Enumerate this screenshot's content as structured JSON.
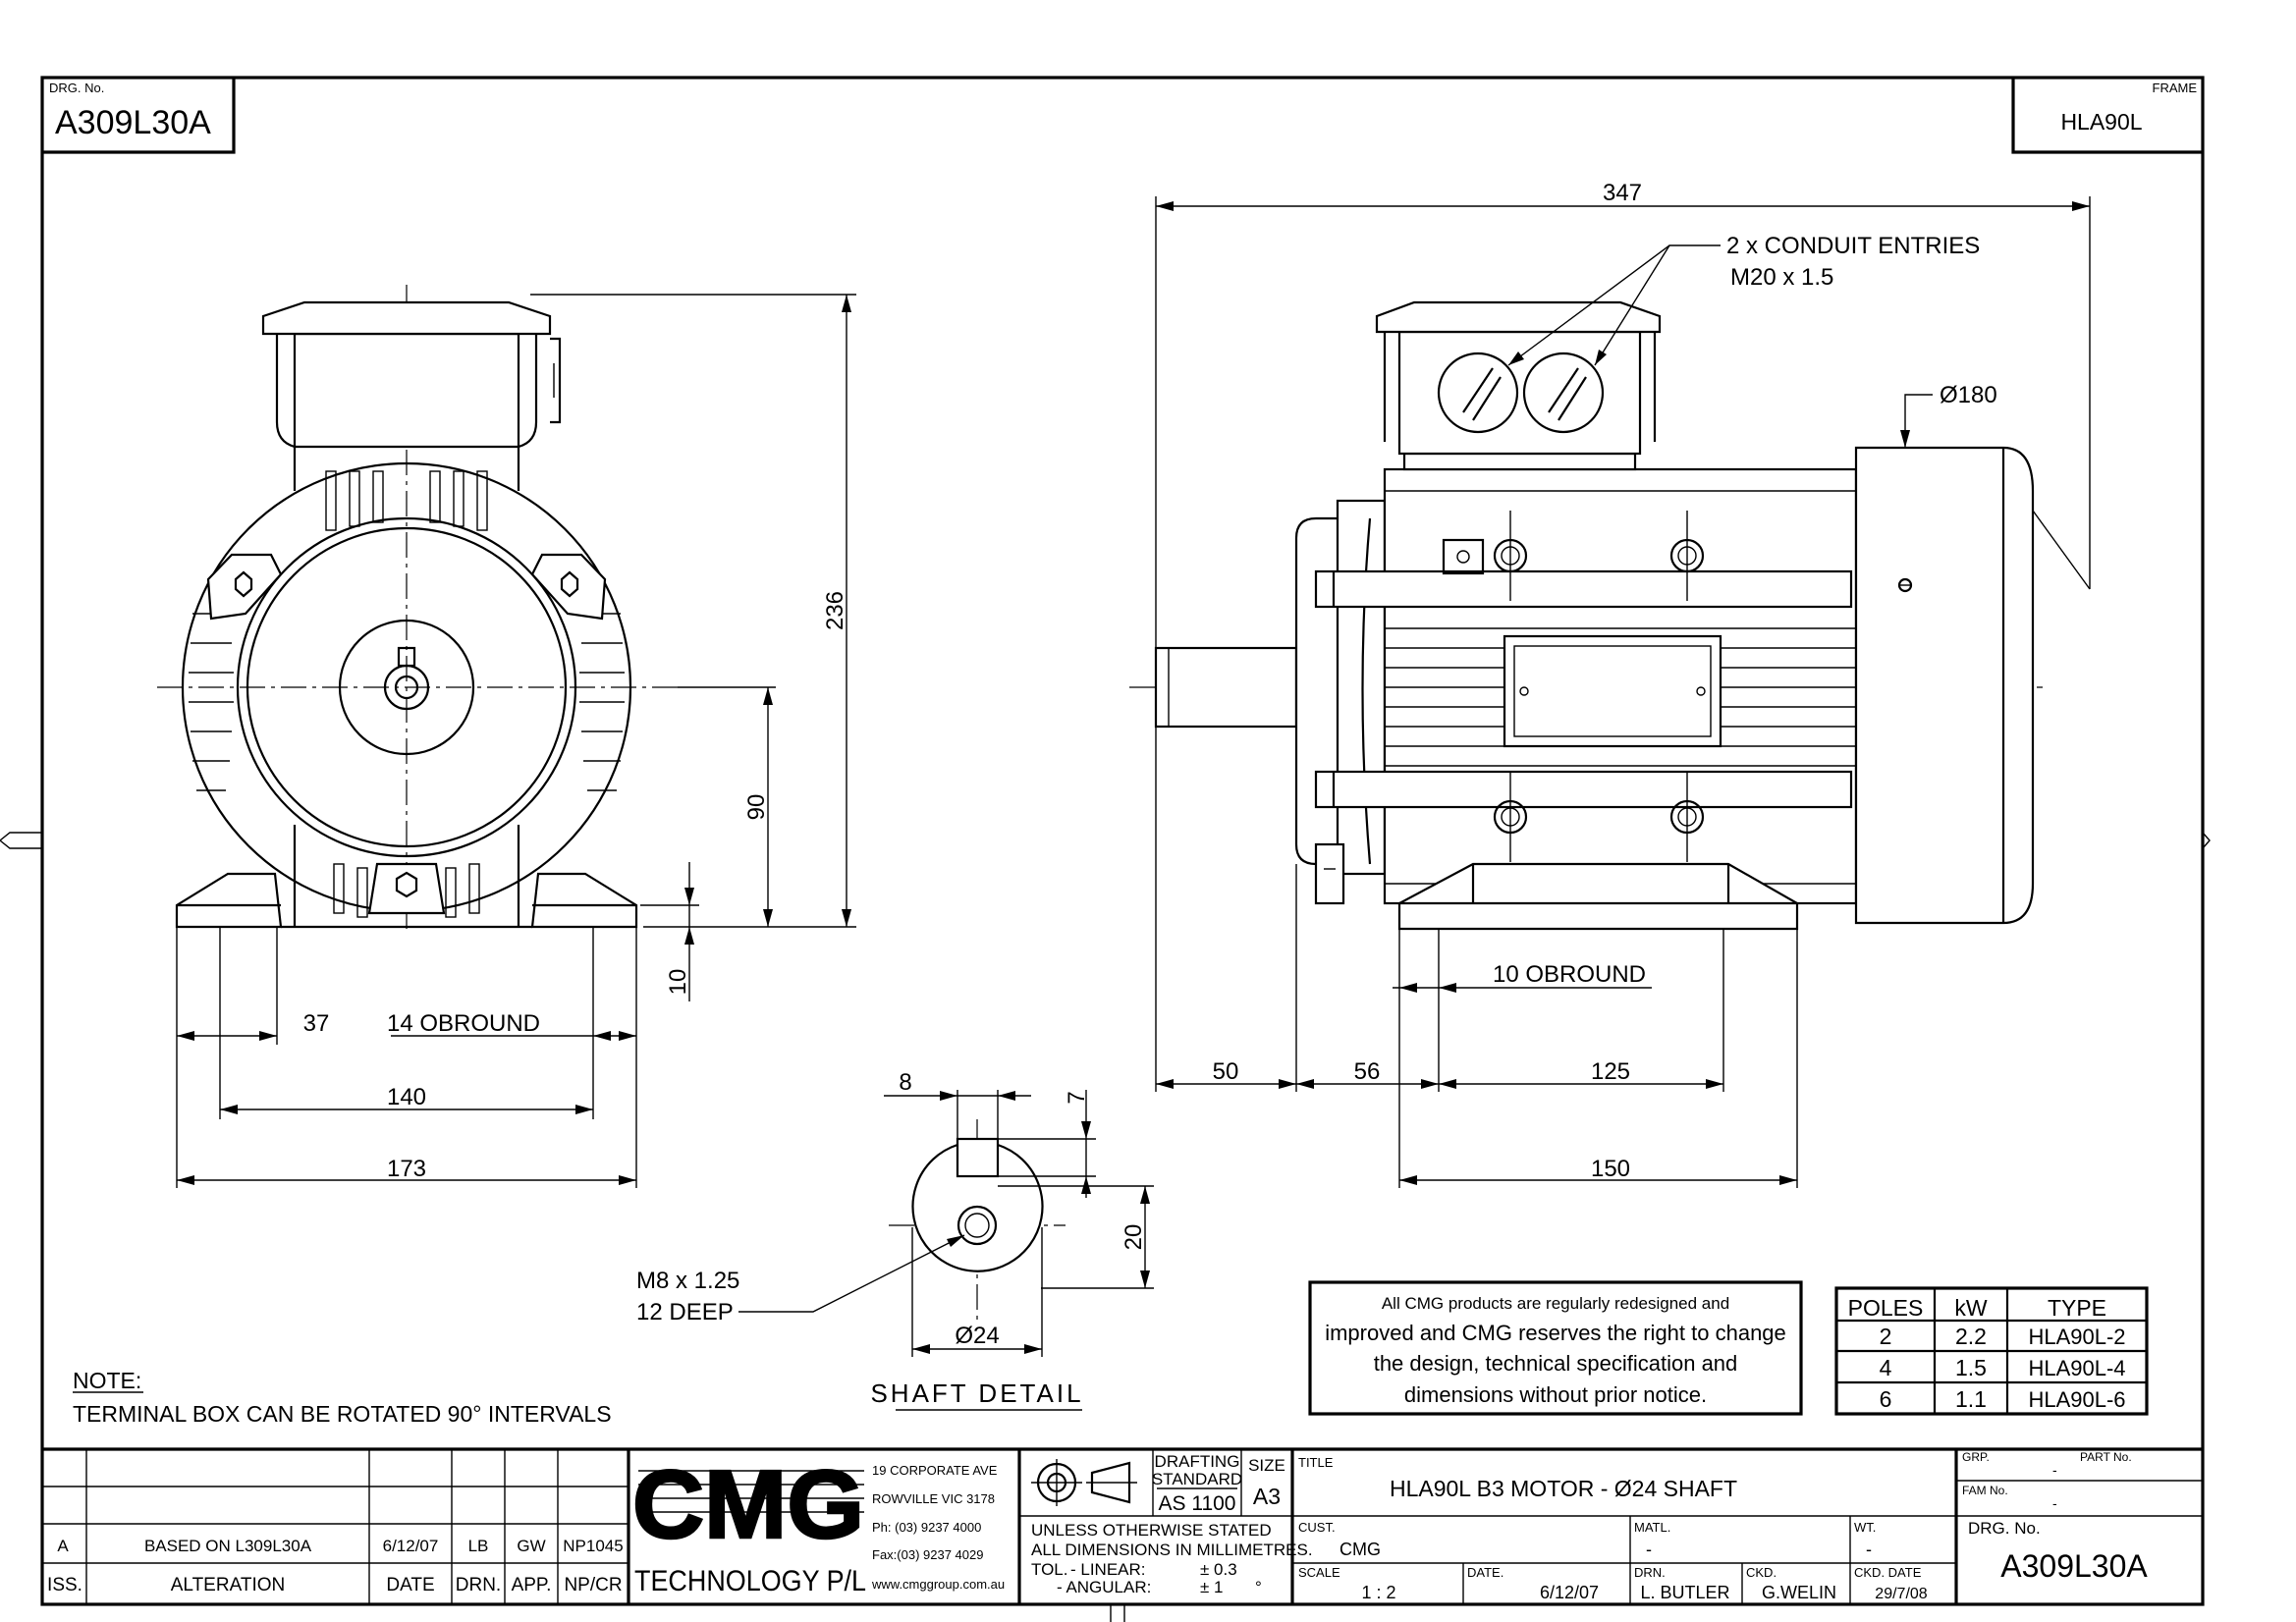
{
  "drawing_number_label": "DRG. No.",
  "drawing_number": "A309L30A",
  "frame_label": "FRAME",
  "frame": "HLA90L",
  "dimensions": {
    "end_height": "236",
    "shaft_height": "90",
    "foot_thickness": "10",
    "foot_slot_width": "37",
    "foot_slot": "14 OBROUND",
    "foot_centers_width": "140",
    "overall_width": "173",
    "overall_length": "347",
    "conduit_line1": "2 x CONDUIT ENTRIES",
    "conduit_line2": "M20 x 1.5",
    "frame_diameter": "Ø180",
    "side_foot_slot": "10 OBROUND",
    "shaft_length": "50",
    "shoulder_to_foot": "56",
    "foot_centers_length": "125",
    "foot_length": "150",
    "key_width": "8",
    "key_depth": "7",
    "shaft_to_key": "20",
    "shaft_diameter": "Ø24",
    "thread_line1": "M8 x 1.25",
    "thread_line2": "12 DEEP",
    "shaft_detail": "SHAFT DETAIL"
  },
  "note": {
    "heading": "NOTE:",
    "text": "TERMINAL BOX CAN BE ROTATED 90° INTERVALS"
  },
  "disclaimer": [
    "All CMG products are regularly redesigned and",
    "improved and CMG reserves the right to change",
    "the design, technical specification and",
    "dimensions without prior notice."
  ],
  "poles_table": {
    "headers": [
      "POLES",
      "kW",
      "TYPE"
    ],
    "rows": [
      [
        "2",
        "2.2",
        "HLA90L-2"
      ],
      [
        "4",
        "1.5",
        "HLA90L-4"
      ],
      [
        "6",
        "1.1",
        "HLA90L-6"
      ]
    ]
  },
  "revisions": {
    "headers": [
      "ISS.",
      "ALTERATION",
      "DATE",
      "DRN.",
      "APP.",
      "NP/CR"
    ],
    "rows": [
      [
        "A",
        "BASED ON L309L30A",
        "6/12/07",
        "LB",
        "GW",
        "NP1045"
      ]
    ]
  },
  "company": {
    "logo": "CMG",
    "name": "TECHNOLOGY P/L",
    "address1": "19 CORPORATE AVE",
    "address2": "ROWVILLE VIC 3178",
    "phone": "Ph: (03) 9237 4000",
    "fax": "Fax:(03) 9237 4029",
    "web": "www.cmggroup.com.au"
  },
  "standard": {
    "label1": "DRAFTING",
    "label2": "STANDARD",
    "value": "AS 1100",
    "size_label": "SIZE",
    "size": "A3"
  },
  "tolerances": {
    "line1": "UNLESS OTHERWISE STATED",
    "line2": "ALL DIMENSIONS IN MILLIMETRES.",
    "tol_label": "TOL.",
    "linear_label": "- LINEAR:",
    "linear_value": "± 0.3",
    "angular_label": "- ANGULAR:",
    "angular_value": "± 1",
    "angular_unit": "°"
  },
  "title_block": {
    "title_label": "TITLE",
    "title": "HLA90L   B3 MOTOR - Ø24 SHAFT",
    "cust_label": "CUST.",
    "cust": "CMG",
    "matl_label": "MATL.",
    "matl": "-",
    "wt_label": "WT.",
    "wt": "-",
    "scale_label": "SCALE",
    "scale": "1 : 2",
    "date_label": "DATE.",
    "date": "6/12/07",
    "drn_label": "DRN.",
    "drn": "L. BUTLER",
    "ckd_label": "CKD.",
    "ckd": "G.WELIN",
    "ckd_date_label": "CKD. DATE",
    "ckd_date": "29/7/08",
    "grp_label": "GRP.",
    "grp": "-",
    "part_label": "PART No.",
    "fam_label": "FAM No.",
    "fam": "-",
    "drg_label": "DRG. No.",
    "drg": "A309L30A"
  },
  "colors": {
    "ink": "#000000",
    "paper": "#ffffff"
  }
}
